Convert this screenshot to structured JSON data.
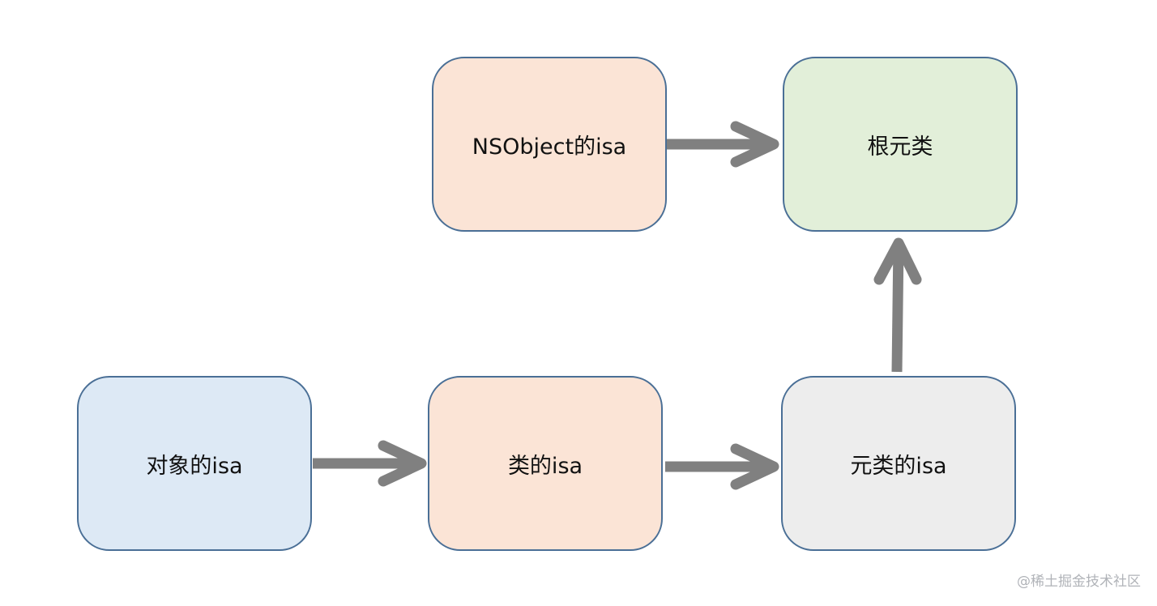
{
  "nodes": {
    "nsobject_isa": {
      "label": "NSObject的isa",
      "fill": "#fbe4d6"
    },
    "root_metaclass": {
      "label": "根元类",
      "fill": "#e2efd9"
    },
    "object_isa": {
      "label": "对象的isa",
      "fill": "#dde9f5"
    },
    "class_isa": {
      "label": "类的isa",
      "fill": "#fbe4d6"
    },
    "metaclass_isa": {
      "label": "元类的isa",
      "fill": "#ededed"
    }
  },
  "edges": [
    {
      "from": "nsobject_isa",
      "to": "root_metaclass"
    },
    {
      "from": "object_isa",
      "to": "class_isa"
    },
    {
      "from": "class_isa",
      "to": "metaclass_isa"
    },
    {
      "from": "metaclass_isa",
      "to": "root_metaclass"
    }
  ],
  "colors": {
    "border": "#4a6f96",
    "arrow": "#808080"
  },
  "watermark": "@稀土掘金技术社区"
}
